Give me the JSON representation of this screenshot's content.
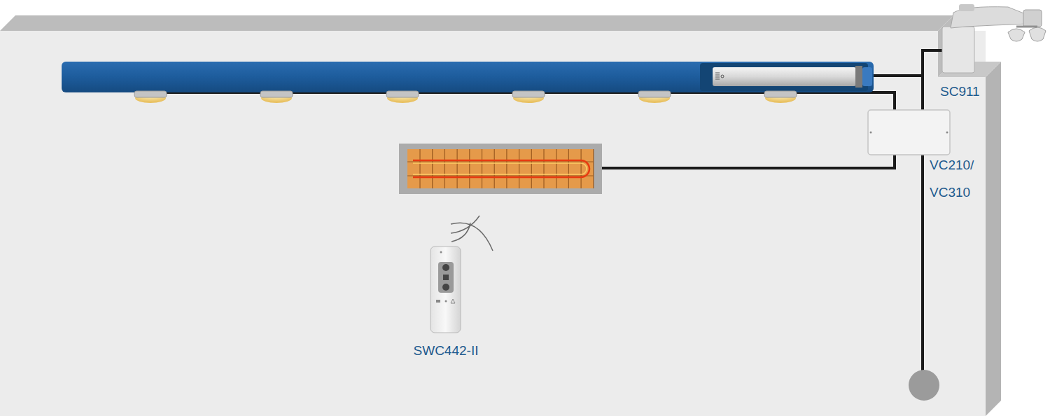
{
  "diagram": {
    "labels": [
      "SC911",
      "VC210/ VC310",
      "SWC442-II"
    ]
  }
}
